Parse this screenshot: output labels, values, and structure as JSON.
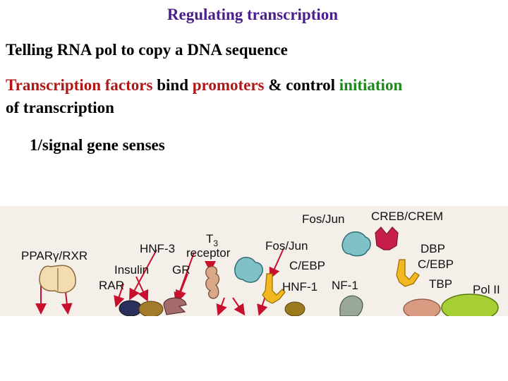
{
  "slide": {
    "title": "Regulating transcription",
    "line1": "Telling RNA pol to copy a DNA sequence",
    "line2": {
      "part1": "Transcription factors",
      "part2": " bind ",
      "part3": "promoters",
      "part4": " & control ",
      "part5": "initiation"
    },
    "line3": "of transcription",
    "line4": "1/signal gene senses"
  },
  "figure": {
    "labels": {
      "ppar": "PPARγ/RXR",
      "hnf3": "HNF-3",
      "t3": "T",
      "t3_sub": "3",
      "receptor": "receptor",
      "insulin": "Insulin",
      "gr": "GR",
      "rar": "RAR",
      "fosjun_top": "Fos/Jun",
      "creb": "CREB/CREM",
      "fosjun_mid": "Fos/Jun",
      "cebp_mid": "C/EBP",
      "hnf1": "HNF-1",
      "nf1": "NF-1",
      "dbp": "DBP",
      "cebp_right": "C/EBP",
      "tbp": "TBP",
      "pol2": "Pol II"
    }
  },
  "colors": {
    "title": "#4b1e8c",
    "red_text": "#b01818",
    "green_text": "#1a8a1a",
    "arrow": "#c8102e",
    "figure_bg": "#f4efe8"
  }
}
